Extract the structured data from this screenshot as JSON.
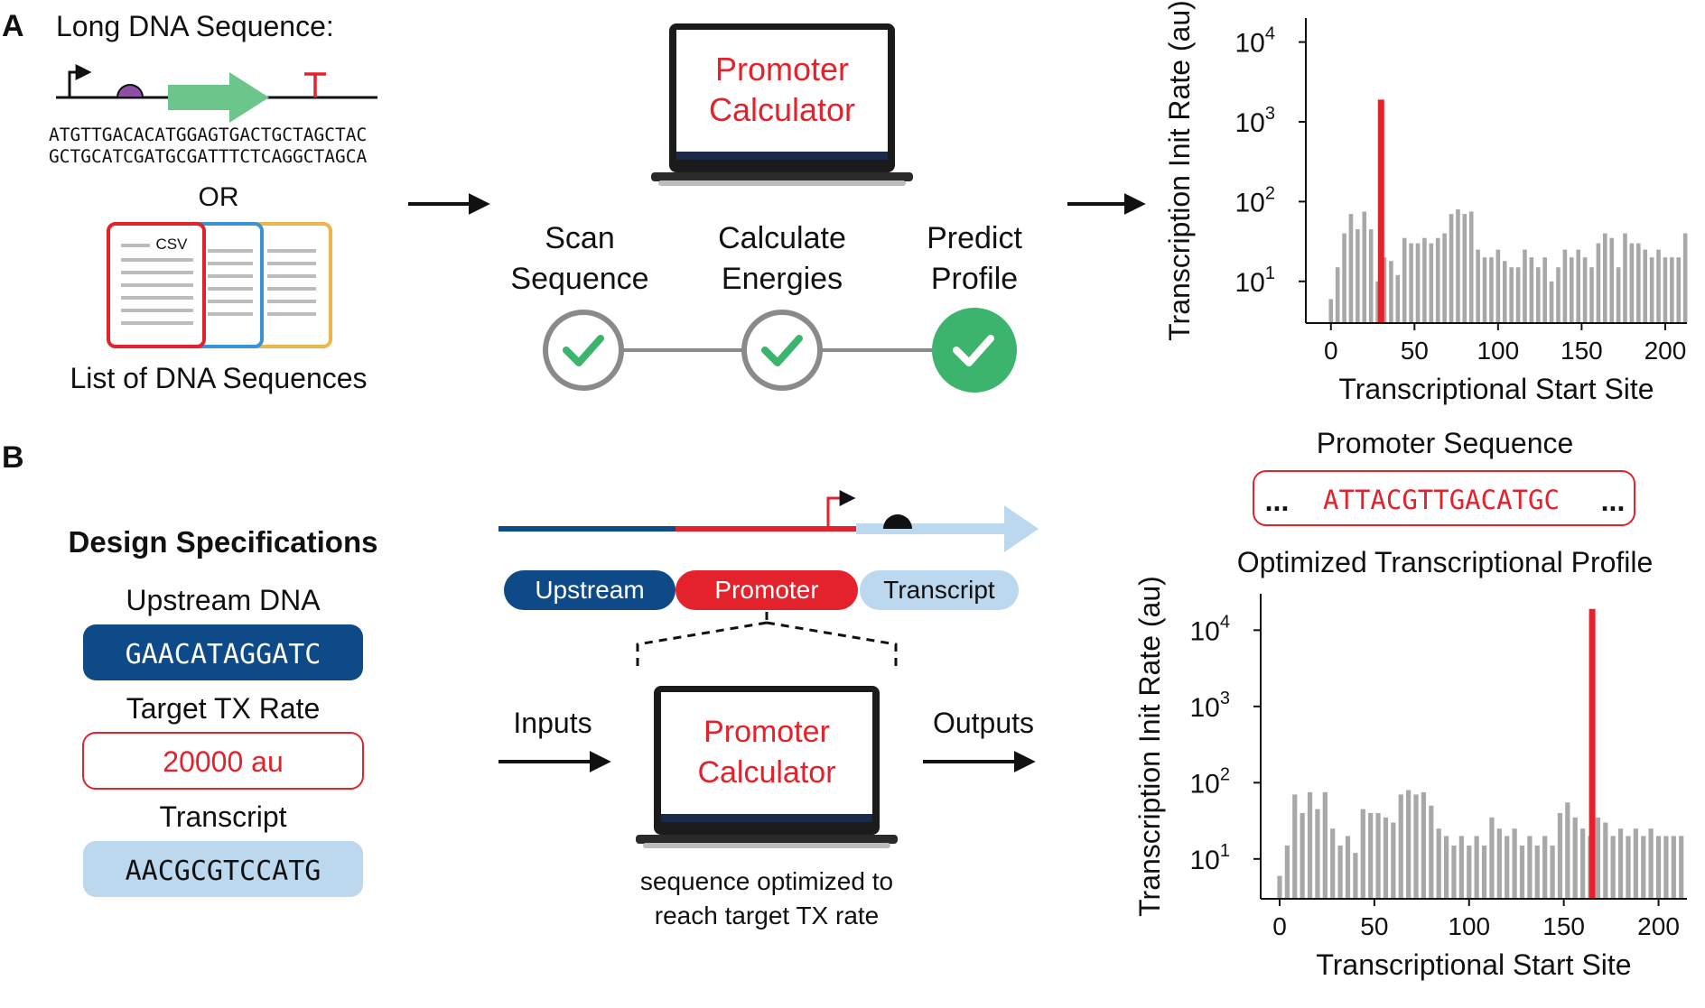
{
  "panel_a": {
    "letter": "A",
    "long_dna_title": "Long DNA Sequence:",
    "dna_line1": "ATGTTGACACATGGAGTGACTGCTAGCTAC",
    "dna_line2": "GCTGCATCGATGCGATTTCTCAGGCTAGCA",
    "or_text": "OR",
    "csv_label": "CSV",
    "list_label": "List of DNA Sequences",
    "laptop_line1": "Promoter",
    "laptop_line2": "Calculator",
    "steps": [
      {
        "line1": "Scan",
        "line2": "Sequence"
      },
      {
        "line1": "Calculate",
        "line2": "Energies"
      },
      {
        "line1": "Predict",
        "line2": "Profile"
      }
    ]
  },
  "panel_b": {
    "letter": "B",
    "design_title": "Design Specifications",
    "upstream_label": "Upstream DNA",
    "upstream_value": "GAACATAGGATC",
    "target_label": "Target TX Rate",
    "target_value": "20000 au",
    "transcript_label": "Transcript",
    "transcript_value": "AACGCGTCCATG",
    "region_upstream": "Upstream",
    "region_promoter": "Promoter",
    "region_transcript": "Transcript",
    "inputs_label": "Inputs",
    "outputs_label": "Outputs",
    "laptop_line1": "Promoter",
    "laptop_line2": "Calculator",
    "caption_line1": "sequence optimized to",
    "caption_line2": "reach target TX rate",
    "promoter_seq_title": "Promoter Sequence",
    "promoter_seq_prefix": "...",
    "promoter_seq": "ATTACGTTGACATGC",
    "promoter_seq_suffix": "...",
    "profile_title": "Optimized Transcriptional Profile"
  },
  "colors": {
    "red": "#e3222b",
    "dark_blue": "#0d4a87",
    "light_blue": "#bcd8ef",
    "green": "#3cb46e",
    "purple": "#8e4fa3",
    "grey_bar": "#a8a8a8",
    "gene_green": "#6cc58b",
    "csv_blue": "#3a93d6",
    "csv_orange": "#f0b44c"
  },
  "chart_data": [
    {
      "type": "bar",
      "ylabel": "Transcription Init Rate (au)",
      "xlabel": "Transcriptional Start Site",
      "yscale": "log",
      "ylim": [
        3,
        20000
      ],
      "xlim": [
        -15,
        213
      ],
      "xticks": [
        "0",
        "50",
        "100",
        "150",
        "200"
      ],
      "xtick_values": [
        0,
        50,
        100,
        150,
        200
      ],
      "ytick_values": [
        10,
        100,
        1000,
        10000
      ],
      "ytick_bases": [
        "10",
        "10",
        "10",
        "10"
      ],
      "ytick_exps": [
        "1",
        "2",
        "3",
        "4"
      ],
      "highlight_color": "#e3222b",
      "bar_color": "#a8a8a8",
      "x": [
        0,
        4,
        8,
        12,
        16,
        20,
        24,
        28,
        32,
        36,
        40,
        44,
        48,
        52,
        56,
        60,
        64,
        68,
        72,
        76,
        80,
        84,
        88,
        92,
        96,
        100,
        104,
        108,
        112,
        116,
        120,
        124,
        128,
        132,
        136,
        140,
        144,
        148,
        152,
        156,
        160,
        164,
        168,
        172,
        176,
        180,
        184,
        188,
        192,
        196,
        200,
        204,
        208,
        212
      ],
      "values": [
        6,
        15,
        40,
        70,
        45,
        75,
        45,
        10,
        20,
        18,
        12,
        35,
        30,
        30,
        35,
        30,
        35,
        40,
        70,
        80,
        70,
        75,
        25,
        20,
        20,
        25,
        18,
        15,
        15,
        25,
        20,
        15,
        20,
        10,
        15,
        25,
        20,
        25,
        20,
        15,
        30,
        40,
        35,
        15,
        40,
        30,
        30,
        25,
        20,
        25,
        20,
        20,
        20,
        40
      ],
      "highlight": {
        "x": 30,
        "value": 1900
      }
    },
    {
      "type": "bar",
      "ylabel": "Transcription Init Rate (au)",
      "xlabel": "Transcriptional Start Site",
      "yscale": "log",
      "ylim": [
        3,
        30000
      ],
      "xlim": [
        -10,
        215
      ],
      "xticks": [
        "0",
        "50",
        "100",
        "150",
        "200"
      ],
      "xtick_values": [
        0,
        50,
        100,
        150,
        200
      ],
      "ytick_values": [
        10,
        100,
        1000,
        10000
      ],
      "ytick_bases": [
        "10",
        "10",
        "10",
        "10"
      ],
      "ytick_exps": [
        "1",
        "2",
        "3",
        "4"
      ],
      "highlight_color": "#e3222b",
      "bar_color": "#a8a8a8",
      "x": [
        0,
        4,
        8,
        12,
        16,
        20,
        24,
        28,
        32,
        36,
        40,
        44,
        48,
        52,
        56,
        60,
        64,
        68,
        72,
        76,
        80,
        84,
        88,
        92,
        96,
        100,
        104,
        108,
        112,
        116,
        120,
        124,
        128,
        132,
        136,
        140,
        144,
        148,
        152,
        156,
        160,
        164,
        168,
        172,
        176,
        180,
        184,
        188,
        192,
        196,
        200,
        204,
        208,
        212
      ],
      "values": [
        6,
        15,
        70,
        40,
        75,
        45,
        75,
        25,
        15,
        20,
        12,
        45,
        40,
        40,
        35,
        30,
        70,
        80,
        70,
        75,
        50,
        25,
        20,
        15,
        20,
        15,
        20,
        15,
        35,
        25,
        20,
        25,
        15,
        20,
        15,
        20,
        15,
        40,
        55,
        35,
        25,
        20,
        35,
        30,
        20,
        25,
        20,
        25,
        20,
        25,
        20,
        20,
        20,
        20
      ],
      "highlight": {
        "x": 165,
        "value": 19000
      }
    }
  ]
}
